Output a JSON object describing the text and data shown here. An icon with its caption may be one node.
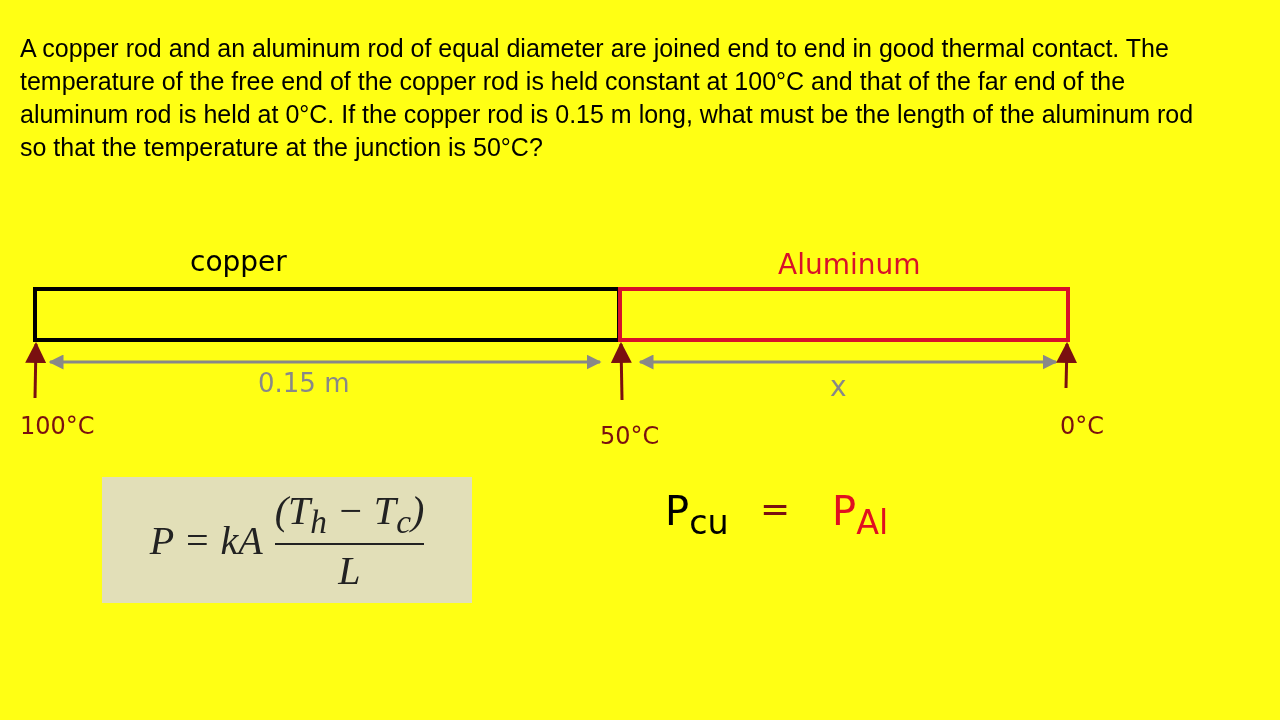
{
  "diagram": {
    "title": "A copper rod and an aluminum rod of equal diameter are joined end to end in good thermal contact. The temperature of the free end of the copper rod is held constant at 100°C and that of the far end of the aluminum rod is held at 0°C. If the copper rod is 0.15 m long, what must be the length of the aluminum rod so that the temperature at the junction is 50°C?",
    "nodes": [
      {
        "text": [
          "copper"
        ]
      },
      {
        "text": [
          "Aluminum"
        ]
      },
      {
        "text": [
          "100°C"
        ]
      },
      {
        "text": [
          "50°C"
        ]
      },
      {
        "text": [
          "0°C"
        ]
      },
      {
        "text": [
          "P = kA",
          "(T$_{h}$ − T$_{c}$)",
          "L"
        ]
      }
    ],
    "edges": [
      {
        "from": 2,
        "to": 0,
        "arrow": "to"
      },
      {
        "from": 3,
        "to": 1,
        "arrow": "to"
      },
      {
        "from": 4,
        "to": 1,
        "arrow": "to"
      }
    ],
    "labels": [
      "0.15 m",
      "x",
      "P$_{cu}$",
      "=",
      "P$_{Al}$"
    ]
  }
}
